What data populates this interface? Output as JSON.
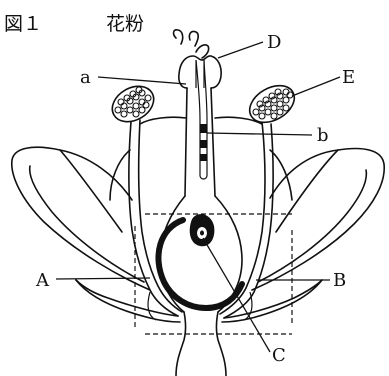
{
  "figure": {
    "title": "図１",
    "pollen_label": "花粉",
    "labels": {
      "a": "a",
      "b": "b",
      "A": "A",
      "B": "B",
      "C": "C",
      "D": "D",
      "E": "E"
    }
  },
  "colors": {
    "ink": "#111111",
    "background": "#ffffff"
  }
}
